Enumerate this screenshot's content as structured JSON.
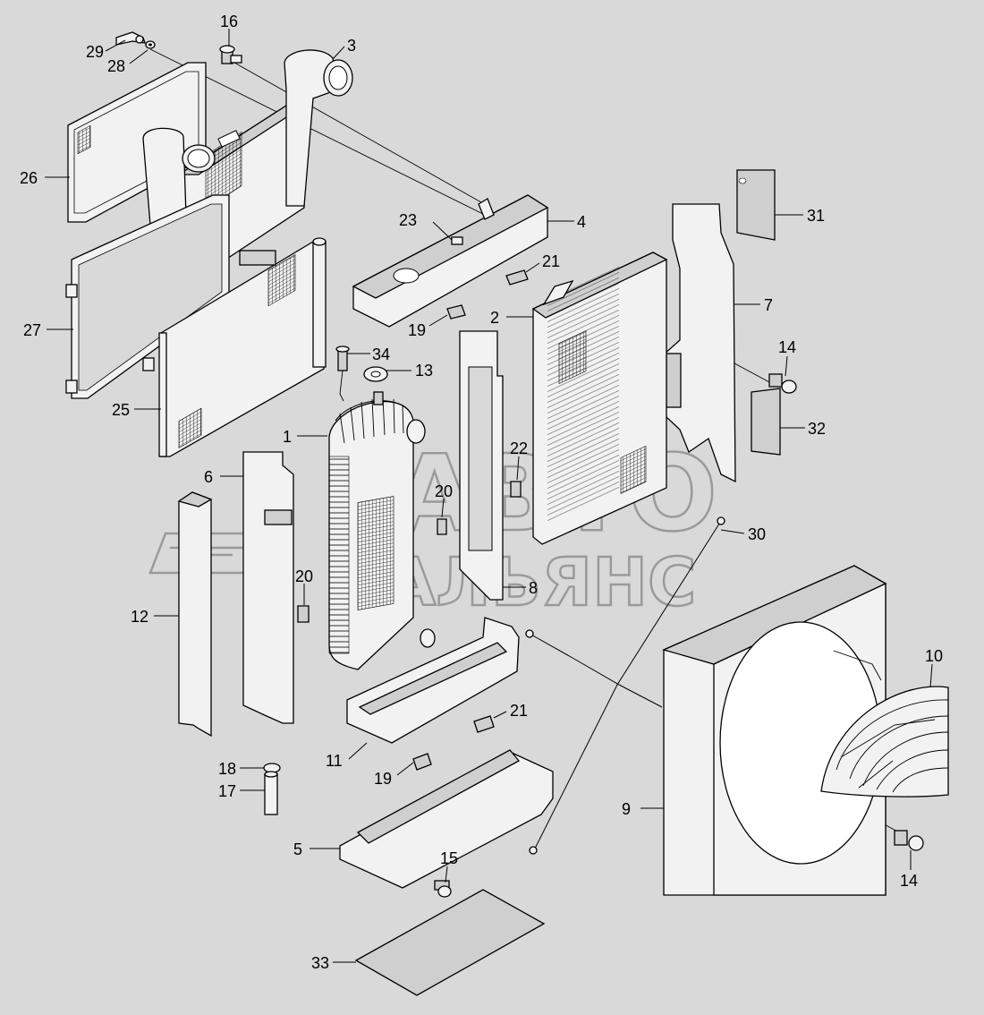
{
  "watermark": {
    "line1": "АВТО",
    "line2": "АЛЬЯНС"
  },
  "callouts": [
    {
      "id": "c29",
      "label": "29"
    },
    {
      "id": "c28",
      "label": "28"
    },
    {
      "id": "c16",
      "label": "16"
    },
    {
      "id": "c3",
      "label": "3"
    },
    {
      "id": "c26",
      "label": "26"
    },
    {
      "id": "c23",
      "label": "23"
    },
    {
      "id": "c4",
      "label": "4"
    },
    {
      "id": "c31",
      "label": "31"
    },
    {
      "id": "c21a",
      "label": "21"
    },
    {
      "id": "c27",
      "label": "27"
    },
    {
      "id": "c19a",
      "label": "19"
    },
    {
      "id": "c2",
      "label": "2"
    },
    {
      "id": "c7",
      "label": "7"
    },
    {
      "id": "c34",
      "label": "34"
    },
    {
      "id": "c14a",
      "label": "14"
    },
    {
      "id": "c13",
      "label": "13"
    },
    {
      "id": "c25",
      "label": "25"
    },
    {
      "id": "c32",
      "label": "32"
    },
    {
      "id": "c1",
      "label": "1"
    },
    {
      "id": "c22",
      "label": "22"
    },
    {
      "id": "c6",
      "label": "6"
    },
    {
      "id": "c20a",
      "label": "20"
    },
    {
      "id": "c30",
      "label": "30"
    },
    {
      "id": "c20b",
      "label": "20"
    },
    {
      "id": "c8",
      "label": "8"
    },
    {
      "id": "c12",
      "label": "12"
    },
    {
      "id": "c10",
      "label": "10"
    },
    {
      "id": "c21b",
      "label": "21"
    },
    {
      "id": "c11",
      "label": "11"
    },
    {
      "id": "c18",
      "label": "18"
    },
    {
      "id": "c19b",
      "label": "19"
    },
    {
      "id": "c17",
      "label": "17"
    },
    {
      "id": "c9",
      "label": "9"
    },
    {
      "id": "c15",
      "label": "15"
    },
    {
      "id": "c5",
      "label": "5"
    },
    {
      "id": "c14b",
      "label": "14"
    },
    {
      "id": "c33",
      "label": "33"
    }
  ]
}
